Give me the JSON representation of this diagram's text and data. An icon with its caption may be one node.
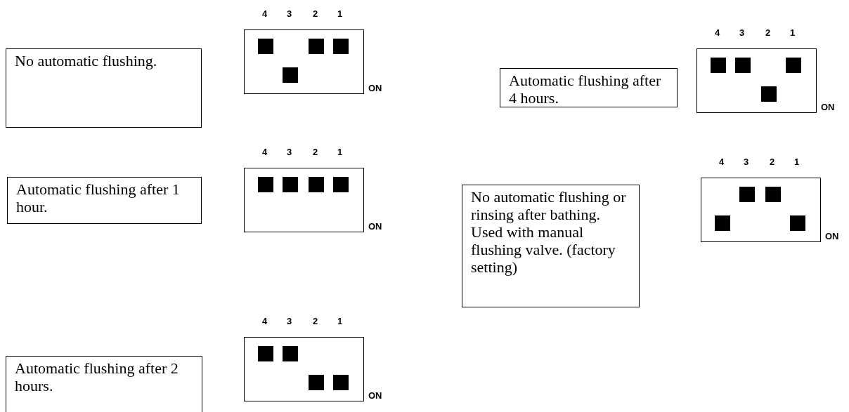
{
  "diagram": {
    "nodes": [
      {
        "text": [
          "No automatic flushing."
        ]
      },
      {
        "text": [],
        "shape": "box",
        "beside": [
          "4",
          "3",
          "2",
          "1",
          "ON"
        ]
      },
      {
        "text": [
          "Automatic flushing after 1 hour."
        ]
      },
      {
        "text": [],
        "shape": "box",
        "beside": [
          "4",
          "3",
          "2",
          "1",
          "ON"
        ]
      },
      {
        "text": [
          "Automatic flushing after 2 hours."
        ]
      },
      {
        "text": [],
        "shape": "box",
        "beside": [
          "4",
          "3",
          "2",
          "1",
          "ON"
        ]
      },
      {
        "text": [
          "Automatic flushing after 4 hours."
        ]
      },
      {
        "text": [],
        "shape": "box",
        "beside": [
          "4",
          "3",
          "2",
          "1",
          "ON"
        ]
      },
      {
        "text": [
          "No automatic flushing or rinsing after bathing. Used with manual flushing valve. (factory setting)"
        ]
      },
      {
        "text": [],
        "shape": "box",
        "beside": [
          "4",
          "3",
          "2",
          "1",
          "ON"
        ]
      }
    ]
  }
}
